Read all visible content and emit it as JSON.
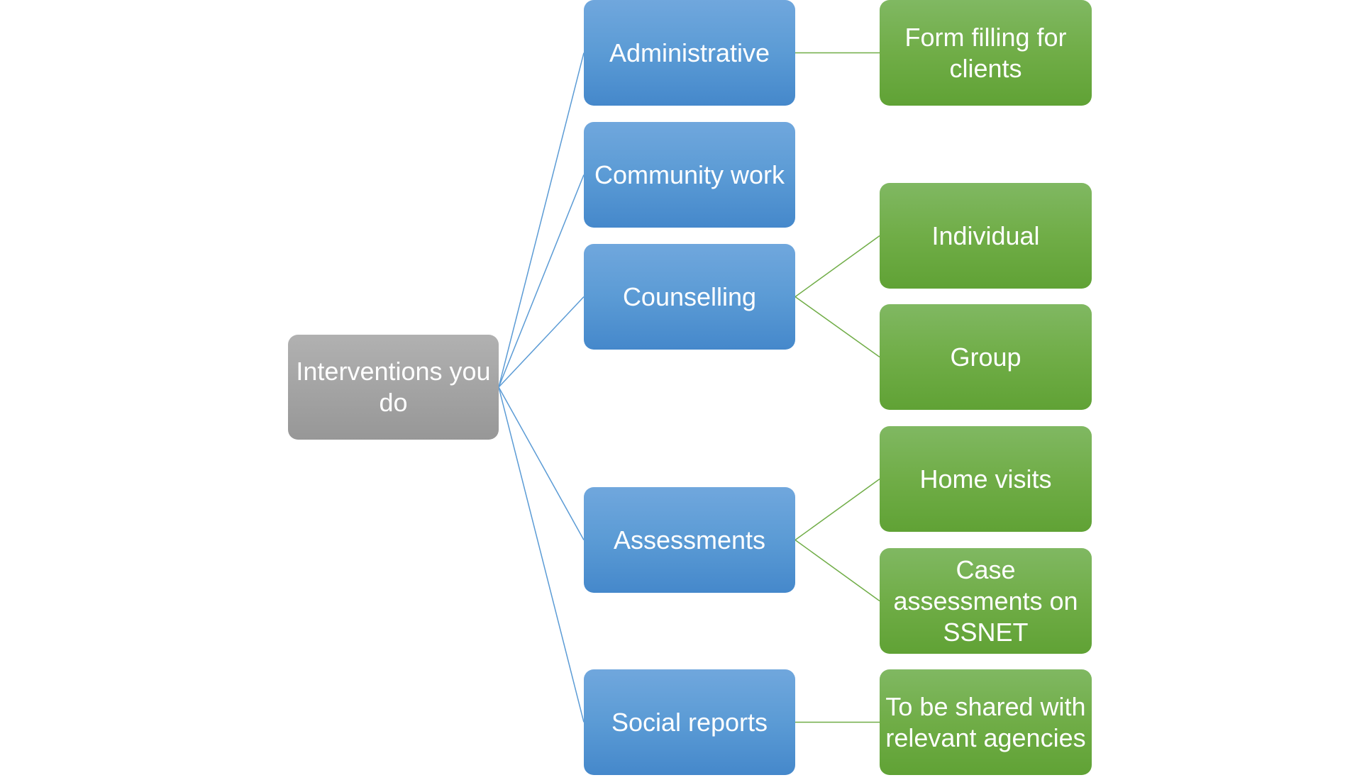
{
  "diagram": {
    "type": "hierarchy",
    "colors": {
      "root": "#a6a6a6",
      "level1": "#5b9bd5",
      "level2": "#70ad47",
      "link_blue": "#5b9bd5",
      "link_green": "#70ad47"
    },
    "root": {
      "label": "Interventions you do"
    },
    "level1": [
      {
        "id": "administrative",
        "label": "Administrative"
      },
      {
        "id": "community",
        "label": "Community work"
      },
      {
        "id": "counselling",
        "label": "Counselling"
      },
      {
        "id": "assessments",
        "label": "Assessments"
      },
      {
        "id": "social",
        "label": "Social reports"
      }
    ],
    "level2": [
      {
        "id": "form",
        "parent": "administrative",
        "label": "Form filling for clients"
      },
      {
        "id": "individual",
        "parent": "counselling",
        "label": "Individual"
      },
      {
        "id": "group",
        "parent": "counselling",
        "label": "Group"
      },
      {
        "id": "home",
        "parent": "assessments",
        "label": "Home visits"
      },
      {
        "id": "case",
        "parent": "assessments",
        "label": "Case assessments on SSNET"
      },
      {
        "id": "shared",
        "parent": "social",
        "label": "To be shared with relevant agencies"
      }
    ]
  }
}
